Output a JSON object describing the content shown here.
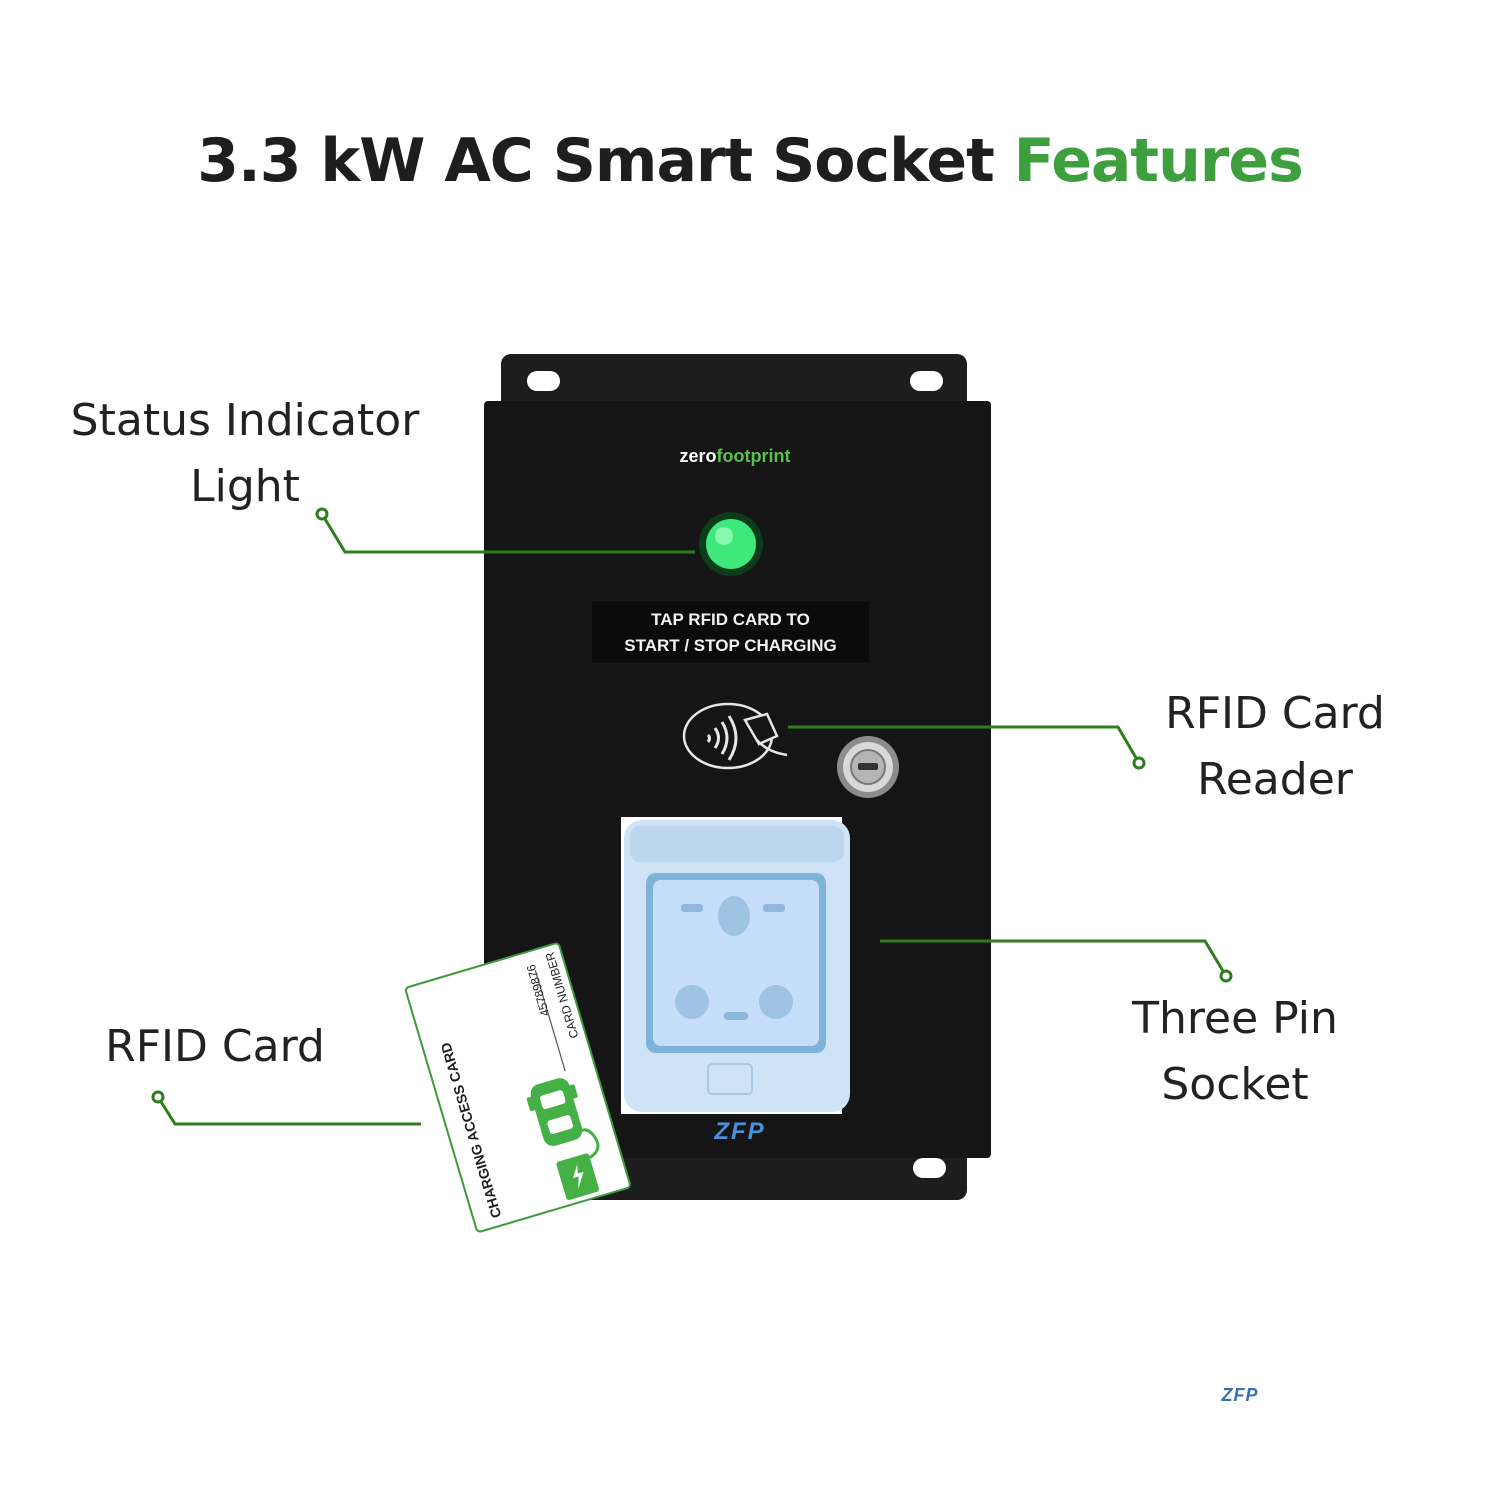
{
  "title": {
    "main": "3.3 kW AC Smart Socket",
    "accent": "Features"
  },
  "labels": {
    "status_line1": "Status Indicator",
    "status_line2": "Light",
    "reader_line1": "RFID Card",
    "reader_line2": "Reader",
    "socket_line1": "Three Pin",
    "socket_line2": "Socket",
    "card": "RFID Card"
  },
  "panel": {
    "brand_prefix": "zero",
    "brand_suffix": "footprint",
    "instruction_line1": "TAP RFID CARD TO",
    "instruction_line2": "START / STOP CHARGING",
    "logo": "ZFP"
  },
  "rfid_card": {
    "title": "CHARGING ACCESS CARD",
    "number": "45789876",
    "number_label": "CARD NUMBER"
  },
  "watermark": "ZFP",
  "colors": {
    "accent_green": "#3e9f3e",
    "callout_line": "#2e7d1e",
    "panel_black": "#151515",
    "indicator_green": "#3ee87a",
    "socket_blue": "#cfe3f7"
  }
}
